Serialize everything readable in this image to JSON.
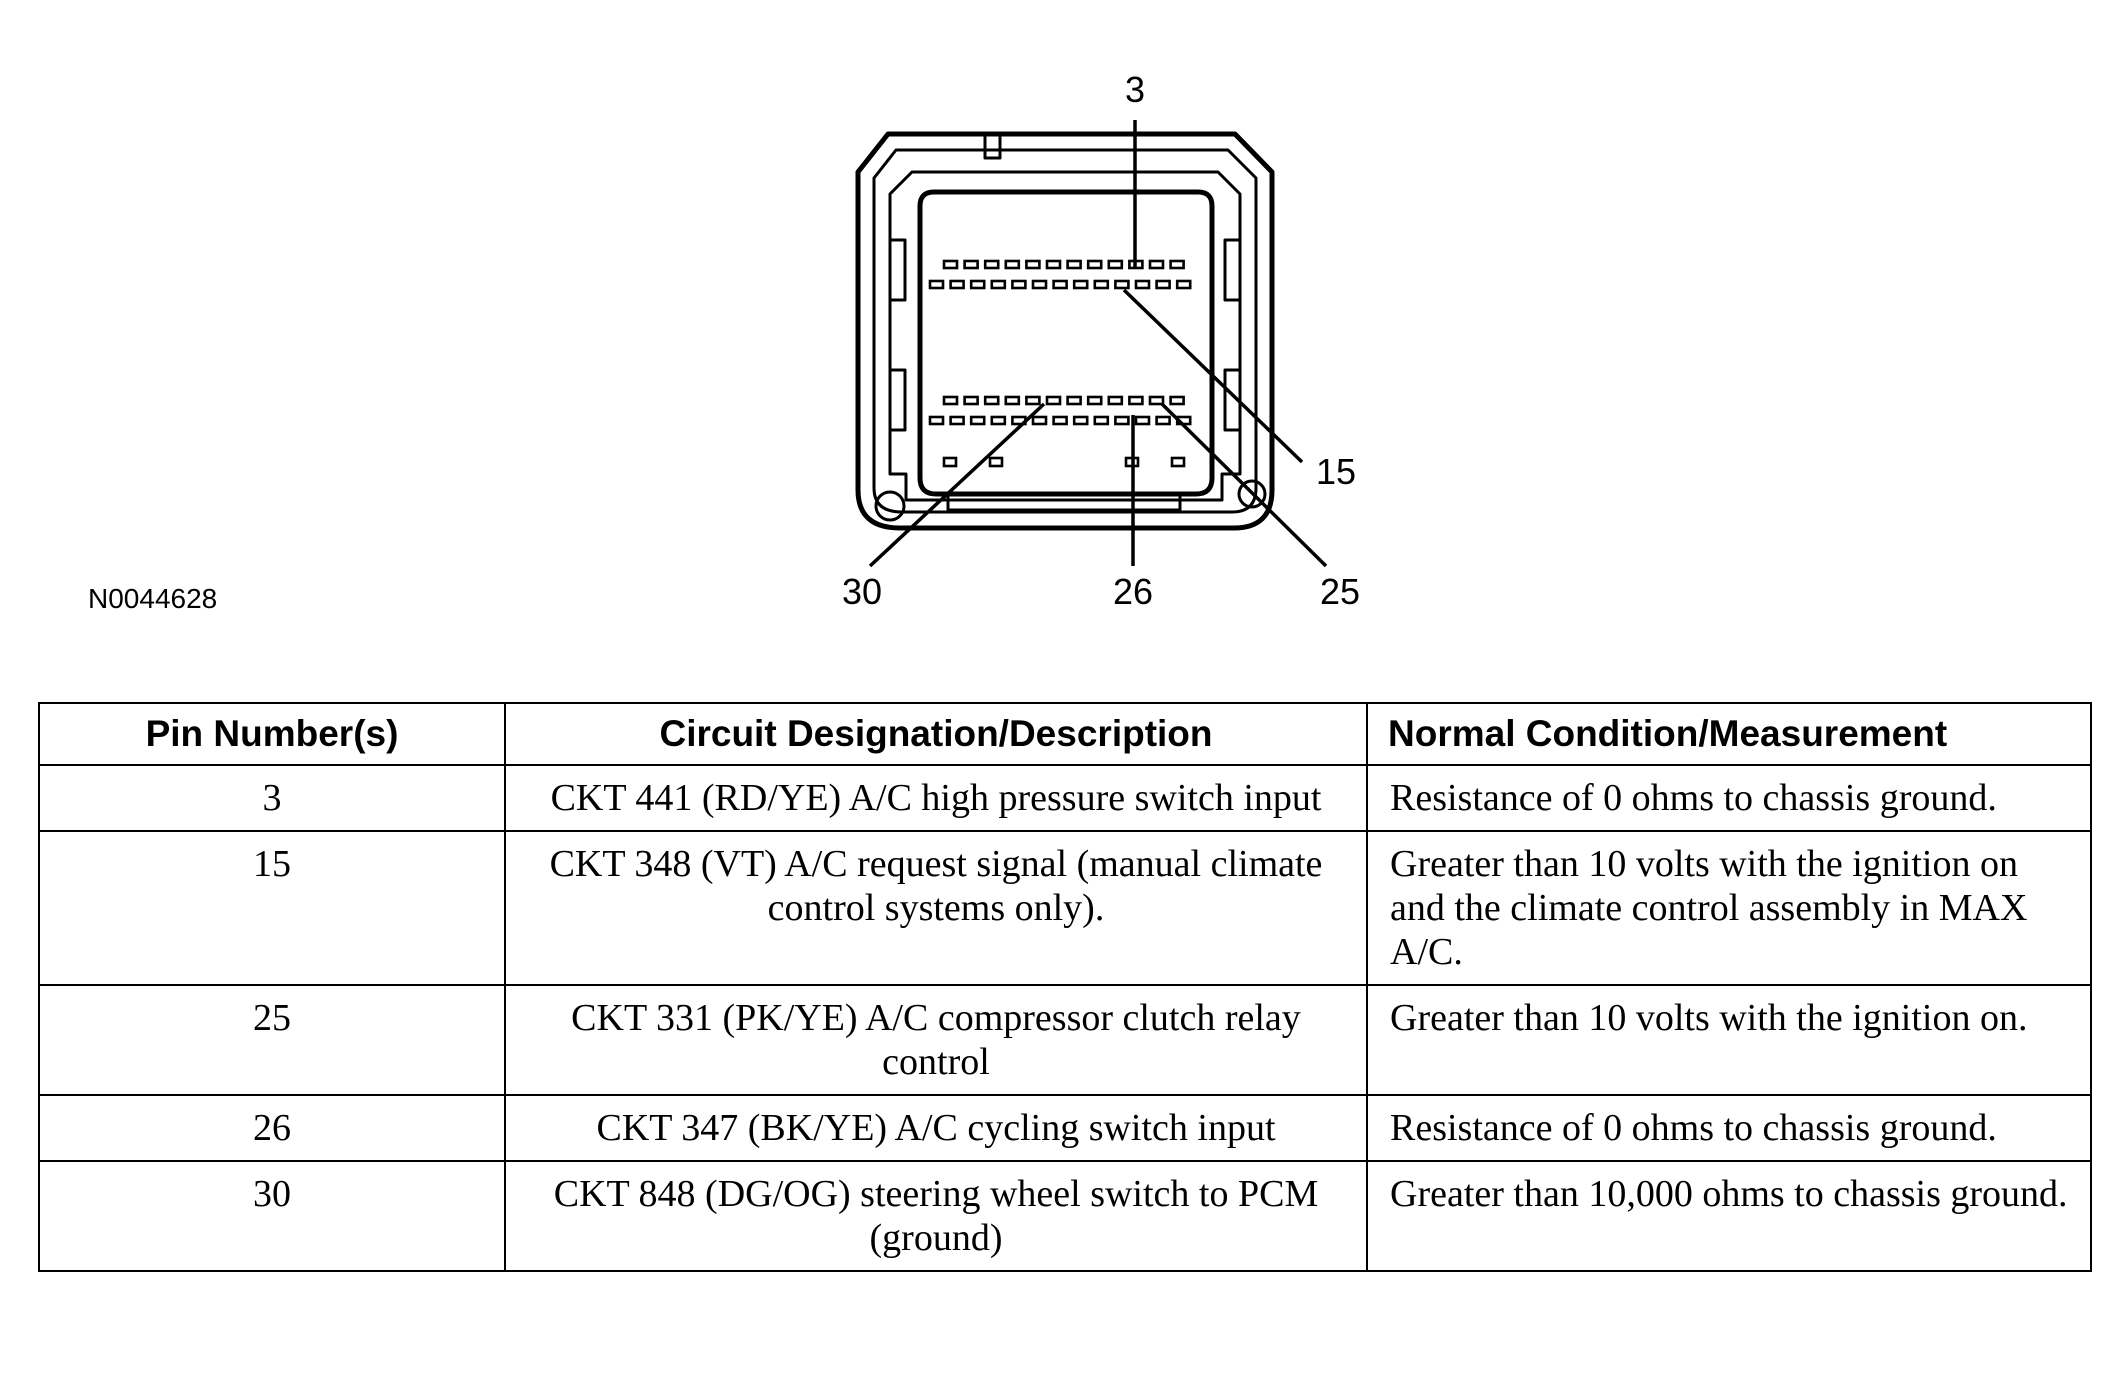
{
  "figure_id": "N0044628",
  "callouts": {
    "pin3": "3",
    "pin15": "15",
    "pin30": "30",
    "pin26": "26",
    "pin25": "25"
  },
  "table": {
    "headers": [
      "Pin Number(s)",
      "Circuit Designation/Description",
      "Normal Condition/Measurement"
    ],
    "rows": [
      {
        "pin": "3",
        "description": "CKT 441 (RD/YE) A/C high pressure switch input",
        "condition": "Resistance of 0 ohms to chassis ground."
      },
      {
        "pin": "15",
        "description": "CKT 348 (VT) A/C request signal (manual climate control systems only).",
        "condition": "Greater than 10 volts with the ignition on and the climate control assembly in MAX A/C."
      },
      {
        "pin": "25",
        "description": "CKT 331 (PK/YE) A/C compressor clutch relay control",
        "condition": "Greater than 10 volts with the ignition on."
      },
      {
        "pin": "26",
        "description": "CKT 347 (BK/YE) A/C cycling switch input",
        "condition": "Resistance of 0 ohms to chassis ground."
      },
      {
        "pin": "30",
        "description": "CKT 848 (DG/OG) steering wheel switch to PCM (ground)",
        "condition": "Greater than 10,000 ohms to chassis ground."
      }
    ]
  }
}
